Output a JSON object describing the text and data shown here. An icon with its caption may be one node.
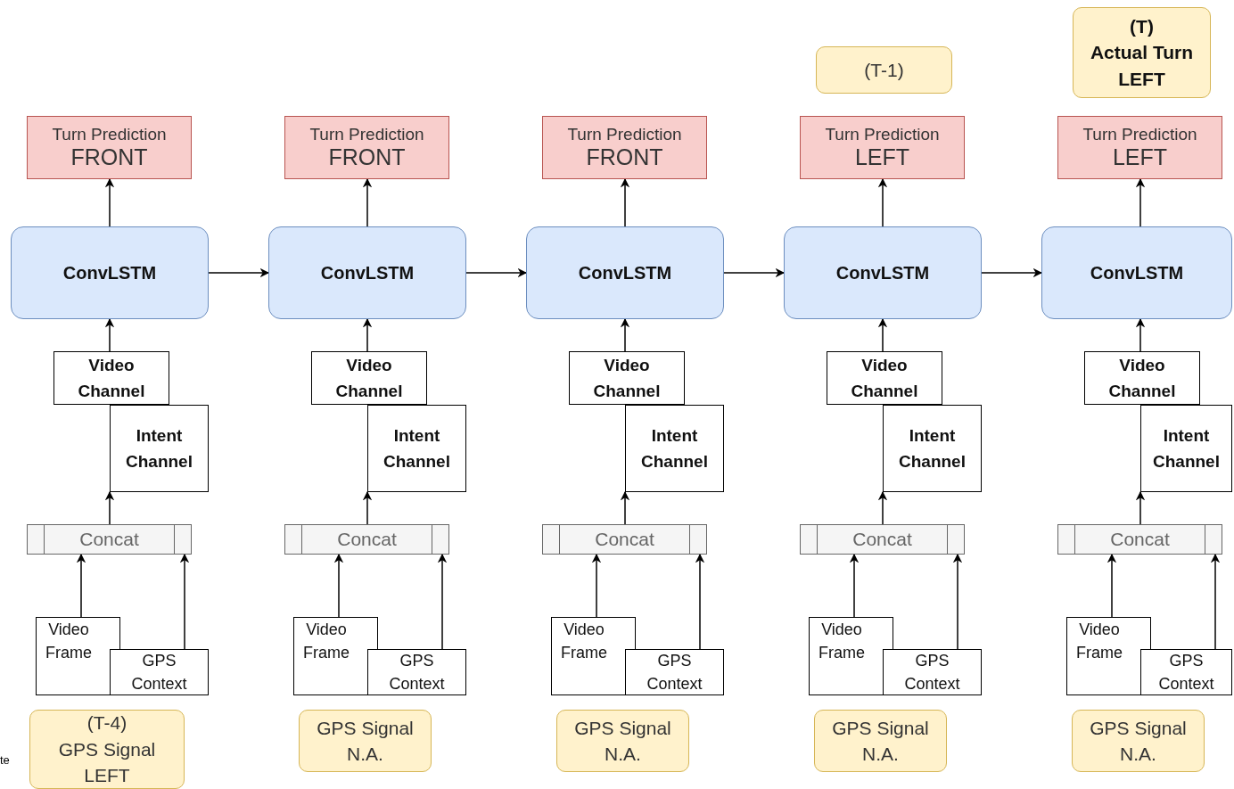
{
  "diagram": {
    "nodes": [
      {
        "text": [
          "(T-1)"
        ]
      },
      {
        "text": [
          "(T)",
          "Actual Turn",
          "LEFT"
        ]
      },
      {
        "text": [
          "Turn Prediction",
          "FRONT"
        ]
      },
      {
        "text": [
          "ConvLSTM"
        ]
      },
      {
        "text": [
          "Video Channel"
        ]
      },
      {
        "text": [
          "Intent Channel"
        ]
      },
      {
        "text": [
          "Concat"
        ]
      },
      {
        "text": [
          "Video Frame"
        ]
      },
      {
        "text": [
          "GPS Context"
        ]
      },
      {
        "text": [
          "(T-4)",
          "GPS Signal",
          "LEFT"
        ]
      },
      {
        "text": [
          "Turn Prediction",
          "FRONT"
        ]
      },
      {
        "text": [
          "ConvLSTM"
        ]
      },
      {
        "text": [
          "Video Channel"
        ]
      },
      {
        "text": [
          "Intent Channel"
        ]
      },
      {
        "text": [
          "Concat"
        ]
      },
      {
        "text": [
          "Video Frame"
        ]
      },
      {
        "text": [
          "GPS Context"
        ]
      },
      {
        "text": [
          "GPS Signal",
          "N.A."
        ]
      },
      {
        "text": [
          "Turn Prediction",
          "FRONT"
        ]
      },
      {
        "text": [
          "ConvLSTM"
        ]
      },
      {
        "text": [
          "Video Channel"
        ]
      },
      {
        "text": [
          "Intent Channel"
        ]
      },
      {
        "text": [
          "Concat"
        ]
      },
      {
        "text": [
          "Video Frame"
        ]
      },
      {
        "text": [
          "GPS Context"
        ]
      },
      {
        "text": [
          "GPS Signal",
          "N.A."
        ]
      },
      {
        "text": [
          "Turn Prediction",
          "LEFT"
        ]
      },
      {
        "text": [
          "ConvLSTM"
        ]
      },
      {
        "text": [
          "Video Channel"
        ]
      },
      {
        "text": [
          "Intent Channel"
        ]
      },
      {
        "text": [
          "Concat"
        ]
      },
      {
        "text": [
          "Video Frame"
        ]
      },
      {
        "text": [
          "GPS Context"
        ]
      },
      {
        "text": [
          "GPS Signal",
          "N.A."
        ]
      },
      {
        "text": [
          "Turn Prediction",
          "LEFT"
        ]
      },
      {
        "text": [
          "ConvLSTM"
        ]
      },
      {
        "text": [
          "Video Channel"
        ]
      },
      {
        "text": [
          "Intent Channel"
        ]
      },
      {
        "text": [
          "Concat"
        ]
      },
      {
        "text": [
          "Video Frame"
        ]
      },
      {
        "text": [
          "GPS Context"
        ]
      },
      {
        "text": [
          "GPS Signal",
          "N.A."
        ]
      }
    ],
    "edges": [
      {
        "from": 3,
        "to": 2,
        "arrow": "to"
      },
      {
        "from": 4,
        "to": 3,
        "arrow": "to"
      },
      {
        "from": 6,
        "to": 5,
        "arrow": "to"
      },
      {
        "from": 7,
        "to": 6,
        "arrow": "to"
      },
      {
        "from": 8,
        "to": 6,
        "arrow": "to"
      },
      {
        "from": 11,
        "to": 10,
        "arrow": "to"
      },
      {
        "from": 12,
        "to": 11,
        "arrow": "to"
      },
      {
        "from": 14,
        "to": 13,
        "arrow": "to"
      },
      {
        "from": 15,
        "to": 14,
        "arrow": "to"
      },
      {
        "from": 16,
        "to": 14,
        "arrow": "to"
      },
      {
        "from": 19,
        "to": 18,
        "arrow": "to"
      },
      {
        "from": 20,
        "to": 19,
        "arrow": "to"
      },
      {
        "from": 22,
        "to": 21,
        "arrow": "to"
      },
      {
        "from": 23,
        "to": 22,
        "arrow": "to"
      },
      {
        "from": 24,
        "to": 22,
        "arrow": "to"
      },
      {
        "from": 27,
        "to": 26,
        "arrow": "to"
      },
      {
        "from": 28,
        "to": 27,
        "arrow": "to"
      },
      {
        "from": 30,
        "to": 29,
        "arrow": "to"
      },
      {
        "from": 31,
        "to": 30,
        "arrow": "to"
      },
      {
        "from": 32,
        "to": 30,
        "arrow": "to"
      },
      {
        "from": 35,
        "to": 34,
        "arrow": "to"
      },
      {
        "from": 36,
        "to": 35,
        "arrow": "to"
      },
      {
        "from": 38,
        "to": 37,
        "arrow": "to"
      },
      {
        "from": 39,
        "to": 38,
        "arrow": "to"
      },
      {
        "from": 40,
        "to": 38,
        "arrow": "to"
      },
      {
        "from": 3,
        "to": 11,
        "arrow": "to"
      },
      {
        "from": 11,
        "to": 19,
        "arrow": "to"
      },
      {
        "from": 19,
        "to": 27,
        "arrow": "to"
      },
      {
        "from": 27,
        "to": 35,
        "arrow": "to"
      }
    ],
    "labels": [
      "te"
    ]
  }
}
